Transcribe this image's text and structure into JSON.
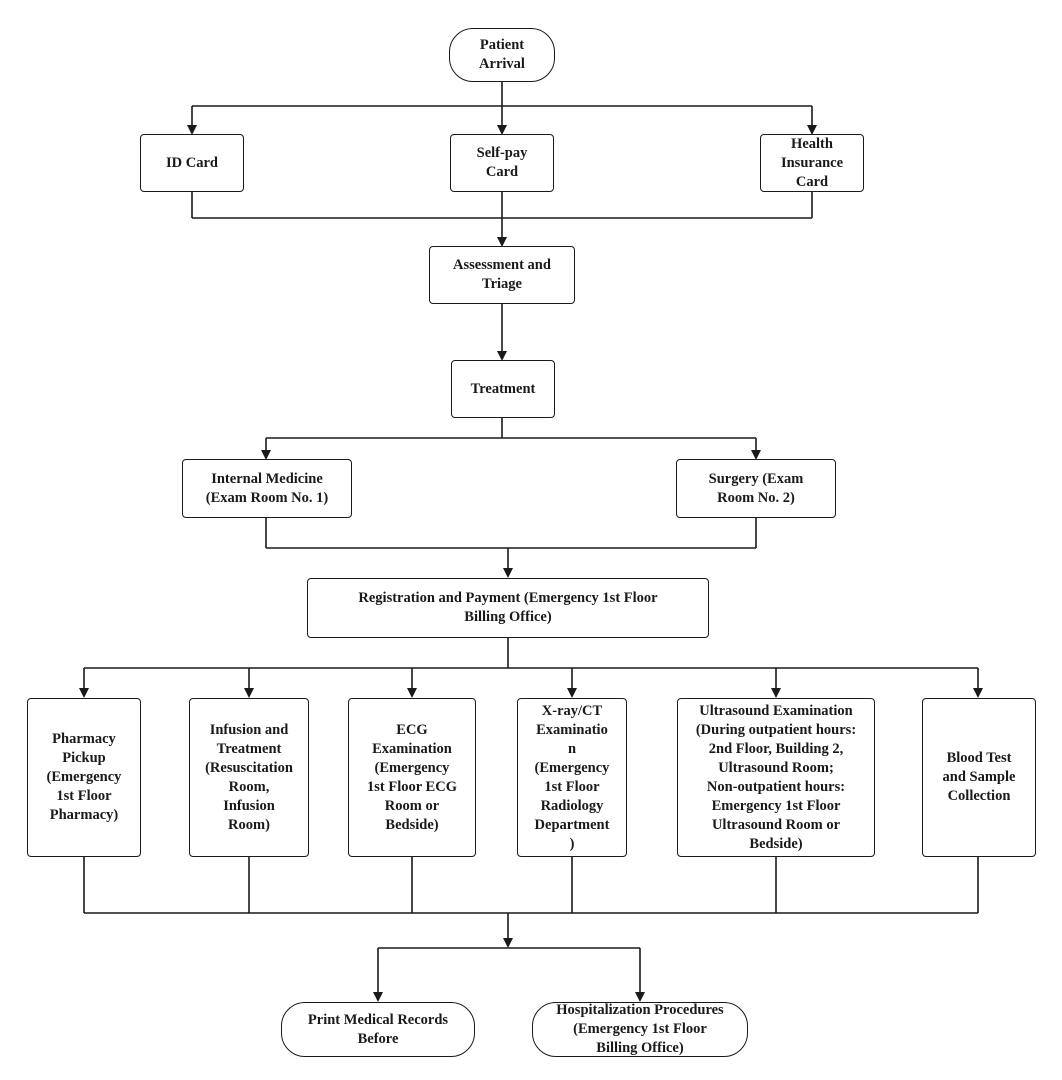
{
  "diagram": {
    "nodes": {
      "patient_arrival": "Patient\nArrival",
      "id_card": "ID Card",
      "self_pay_card": "Self-pay\nCard",
      "health_insurance_card": "Health\nInsurance\nCard",
      "assessment_triage": "Assessment and\nTriage",
      "treatment": "Treatment",
      "internal_medicine": "Internal Medicine\n(Exam Room No. 1)",
      "surgery": "Surgery (Exam\nRoom No. 2)",
      "registration_payment": "Registration and Payment (Emergency 1st Floor\nBilling Office)",
      "pharmacy_pickup": "Pharmacy\nPickup\n(Emergency\n1st Floor\nPharmacy)",
      "infusion_treatment": "Infusion and\nTreatment\n(Resuscitation\nRoom,\nInfusion\nRoom)",
      "ecg_examination": "ECG\nExamination\n(Emergency\n1st Floor ECG\nRoom or\nBedside)",
      "xray_ct": "X-ray/CT\nExaminatio\nn\n(Emergency\n1st Floor\nRadiology\nDepartment\n)",
      "ultrasound": "Ultrasound Examination\n(During outpatient hours:\n2nd Floor, Building 2,\nUltrasound Room;\nNon-outpatient hours:\nEmergency 1st Floor\nUltrasound Room or\nBedside)",
      "blood_test": "Blood Test\nand Sample\nCollection",
      "print_records": "Print Medical Records\nBefore",
      "hospitalization": "Hospitalization Procedures\n(Emergency 1st Floor\nBilling Office)"
    }
  }
}
